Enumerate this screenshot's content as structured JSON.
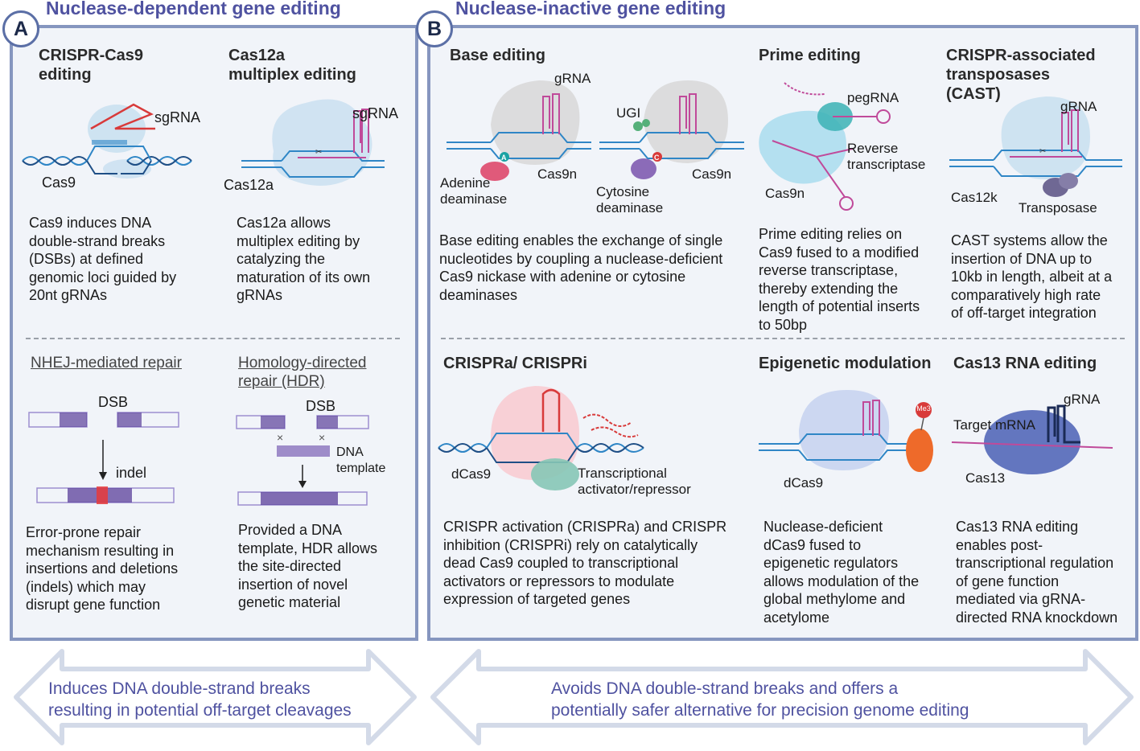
{
  "panel_a": {
    "badge": "A",
    "title": "Nuclease-dependent gene editing",
    "cas9": {
      "heading": "CRISPR-Cas9\nediting",
      "label_sgrna": "sgRNA",
      "label_protein": "Cas9",
      "description": "Cas9 induces DNA\ndouble-strand breaks\n(DSBs) at defined\ngenomic loci guided by\n20nt gRNAs"
    },
    "cas12a": {
      "heading": "Cas12a\nmultiplex editing",
      "label_sgrna": "sgRNA",
      "label_protein": "Cas12a",
      "description": "Cas12a allows\nmultiplex editing by\ncatalyzing the\nmaturation of its own\ngRNAs"
    },
    "nhej": {
      "heading": "NHEJ-mediated repair",
      "label_dsb": "DSB",
      "label_indel": "indel",
      "description": "Error-prone repair\nmechanism resulting in\ninsertions and deletions\n(indels) which may\ndisrupt gene function"
    },
    "hdr": {
      "heading": "Homology-directed\nrepair (HDR)",
      "label_dsb": "DSB",
      "label_template": "DNA\ntemplate",
      "description": "Provided a DNA\ntemplate, HDR allows\nthe site-directed\ninsertion of novel\ngenetic material"
    },
    "arrow_text": "Induces DNA double-strand breaks\nresulting in potential off-target cleavages"
  },
  "panel_b": {
    "badge": "B",
    "title": "Nuclease-inactive gene editing",
    "base_editing": {
      "heading": "Base editing",
      "label_grna": "gRNA",
      "label_ugi": "UGI",
      "label_adenine": "Adenine\ndeaminase",
      "label_cas9n_1": "Cas9n",
      "label_cytosine": "Cytosine\ndeaminase",
      "label_cas9n_2": "Cas9n",
      "marker_a": "A",
      "marker_c": "C",
      "description": "Base editing enables the exchange of single\nnucleotides by coupling a nuclease-deficient\nCas9 nickase with adenine or cytosine\ndeaminases"
    },
    "prime_editing": {
      "heading": "Prime editing",
      "label_pegrna": "pegRNA",
      "label_rt": "Reverse\ntranscriptase",
      "label_cas9n": "Cas9n",
      "description": "Prime editing relies on\nCas9 fused to a modified\nreverse transcriptase,\nthereby extending the\nlength of potential inserts\nto 50bp"
    },
    "cast": {
      "heading": "CRISPR-associated\ntransposases\n(CAST)",
      "label_grna": "gRNA",
      "label_cas12k": "Cas12k",
      "label_transposase": "Transposase",
      "description": "CAST systems allow the\ninsertion of DNA up to\n10kb in length, albeit at a\ncomparatively high rate\nof off-target integration"
    },
    "crispra": {
      "heading": "CRISPRa/ CRISPRi",
      "label_dcas9": "dCas9",
      "label_activator": "Transcriptional\nactivator/repressor",
      "description": "CRISPR activation (CRISPRa) and CRISPR\ninhibition (CRISPRi) rely on catalytically\ndead Cas9 coupled to transcriptional\nactivators or repressors to modulate\nexpression of targeted genes"
    },
    "epigenetic": {
      "heading": "Epigenetic modulation",
      "label_dcas9": "dCas9",
      "label_me3": "Me3",
      "description": "Nuclease-deficient\ndCas9 fused to\nepigenetic regulators\nallows modulation of the\nglobal methylome and\nacetylome"
    },
    "cas13": {
      "heading": "Cas13 RNA editing",
      "label_grna": "gRNA",
      "label_mrna": "Target mRNA",
      "label_cas13": "Cas13",
      "description": "Cas13 RNA editing\nenables post-\ntranscriptional regulation\nof gene function\nmediated via gRNA-\ndirected RNA knockdown"
    },
    "arrow_text": "Avoids DNA double-strand breaks and offers a\npotentially safer alternative for precision genome editing"
  },
  "colors": {
    "panel_border": "#8696bf",
    "panel_fill": "#f1f4f9",
    "title_color": "#4f52a0",
    "dna_blue": "#2f86c6",
    "rna_pink": "#c04a9a",
    "sgrna_red": "#d83a3a",
    "protein_blue": "#c8dff0"
  }
}
